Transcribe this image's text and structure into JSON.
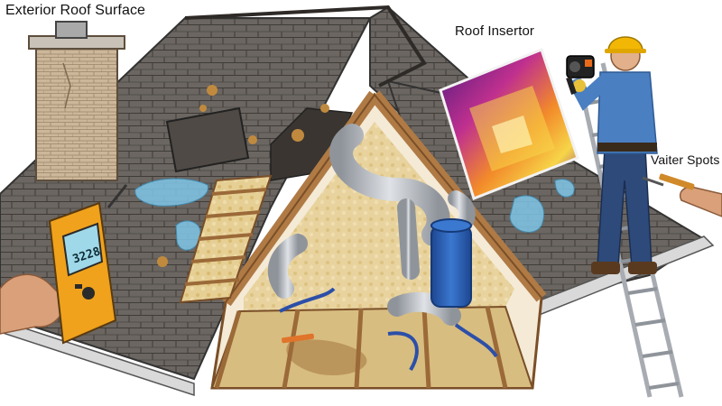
{
  "labels": {
    "roof_surface": "Exterior Roof Surface",
    "inspector": "Roof Insertor",
    "water_spots": "Vaiter Spots"
  },
  "meter": {
    "reading": "3228"
  },
  "colors": {
    "shingle": "#6b6661",
    "shingle_dark": "#4f4a45",
    "wood": "#b07a45",
    "wood_dark": "#7a4f28",
    "insulation": "#e3c98a",
    "duct": "#b8bcc2",
    "water": "#7fc6e8",
    "thermal_hot": "#f2c230",
    "thermal_cold": "#5a1f8c",
    "tank_blue": "#2b5fb3",
    "hose_blue": "#2c4fa8",
    "meter_body": "#f0a21c",
    "meter_screen": "#9fd8e8",
    "helmet": "#f2b705",
    "shirt": "#4a7fc1",
    "jeans": "#2d4a7a"
  },
  "icons": [
    "moisture-meter-icon",
    "thermal-camera-icon",
    "ladder-icon",
    "chimney-icon"
  ]
}
